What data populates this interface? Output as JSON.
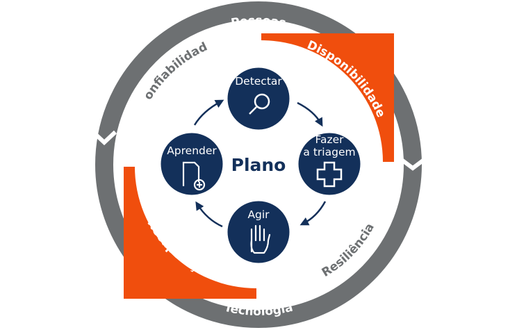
{
  "colors": {
    "ring": "#6d7072",
    "orange": "#f04e0d",
    "navy": "#13305a",
    "arrow": "#13305a",
    "ring_text": "#ffffff",
    "arc_text_gray": "#6d7072",
    "arc_text_orange": "#ffffff",
    "center_text": "#13305a"
  },
  "outer_ring": {
    "top_label": "Pessoas",
    "bottom_label": "Tecnologia"
  },
  "quadrants": {
    "top_left": "Confiabilidade",
    "top_right": "Disponibilidade",
    "bottom_right": "Resiliência",
    "bottom_left": "Recuperação"
  },
  "center": {
    "label": "Plano"
  },
  "steps": [
    {
      "label_lines": [
        "Detectar"
      ],
      "icon": "magnifier-icon"
    },
    {
      "label_lines": [
        "Fazer",
        "a triagem"
      ],
      "icon": "medical-cross-icon"
    },
    {
      "label_lines": [
        "Agir"
      ],
      "icon": "raised-hand-icon"
    },
    {
      "label_lines": [
        "Aprender"
      ],
      "icon": "document-add-icon"
    }
  ]
}
